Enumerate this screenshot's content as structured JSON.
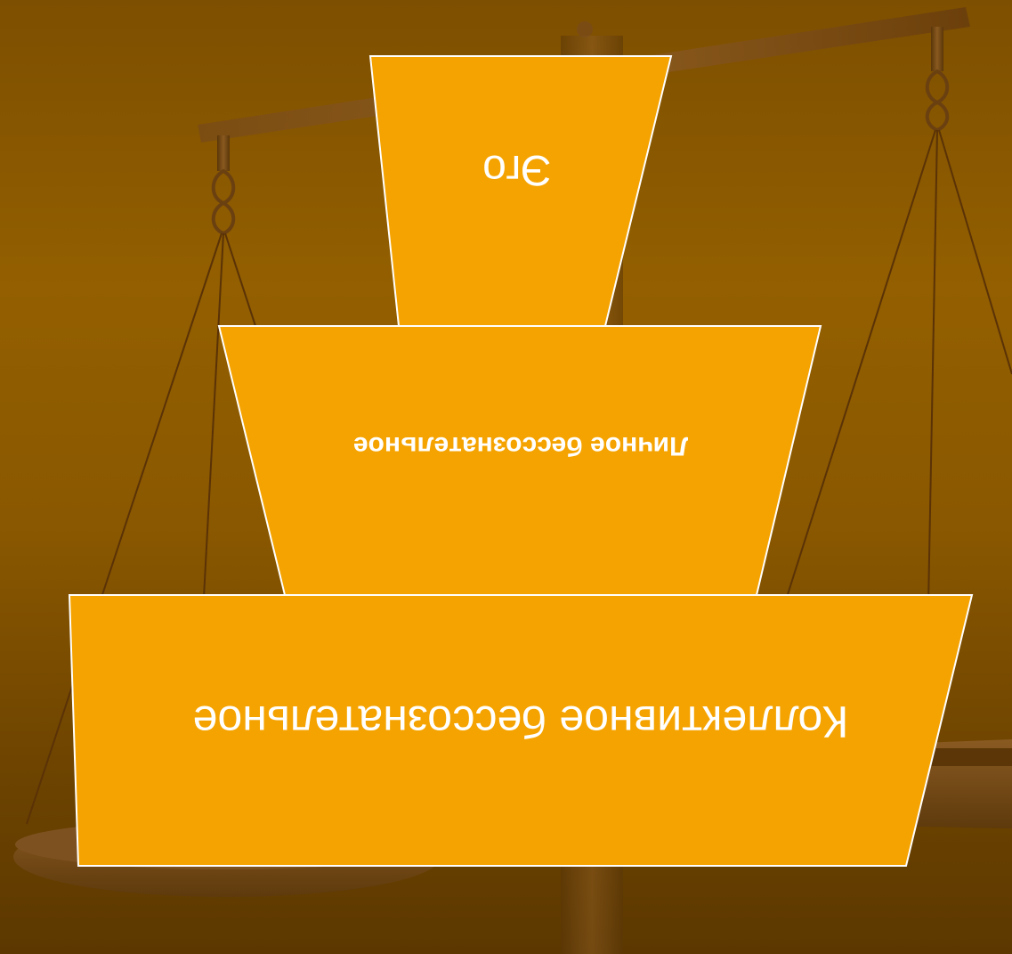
{
  "pyramid": {
    "levels": [
      {
        "id": "ego",
        "label": "Эго"
      },
      {
        "id": "personal",
        "label": "Личное бессознательное"
      },
      {
        "id": "collective",
        "label": "Коллективное бессознательное"
      }
    ]
  },
  "colors": {
    "block_fill": "#f5a300",
    "block_stroke": "#ffffff",
    "text": "#ffffff",
    "background_top": "#7d4f00",
    "background_bottom": "#5c3800",
    "scales_metal": "#6e4512"
  },
  "icons": {
    "background": "scales-of-justice-icon"
  }
}
